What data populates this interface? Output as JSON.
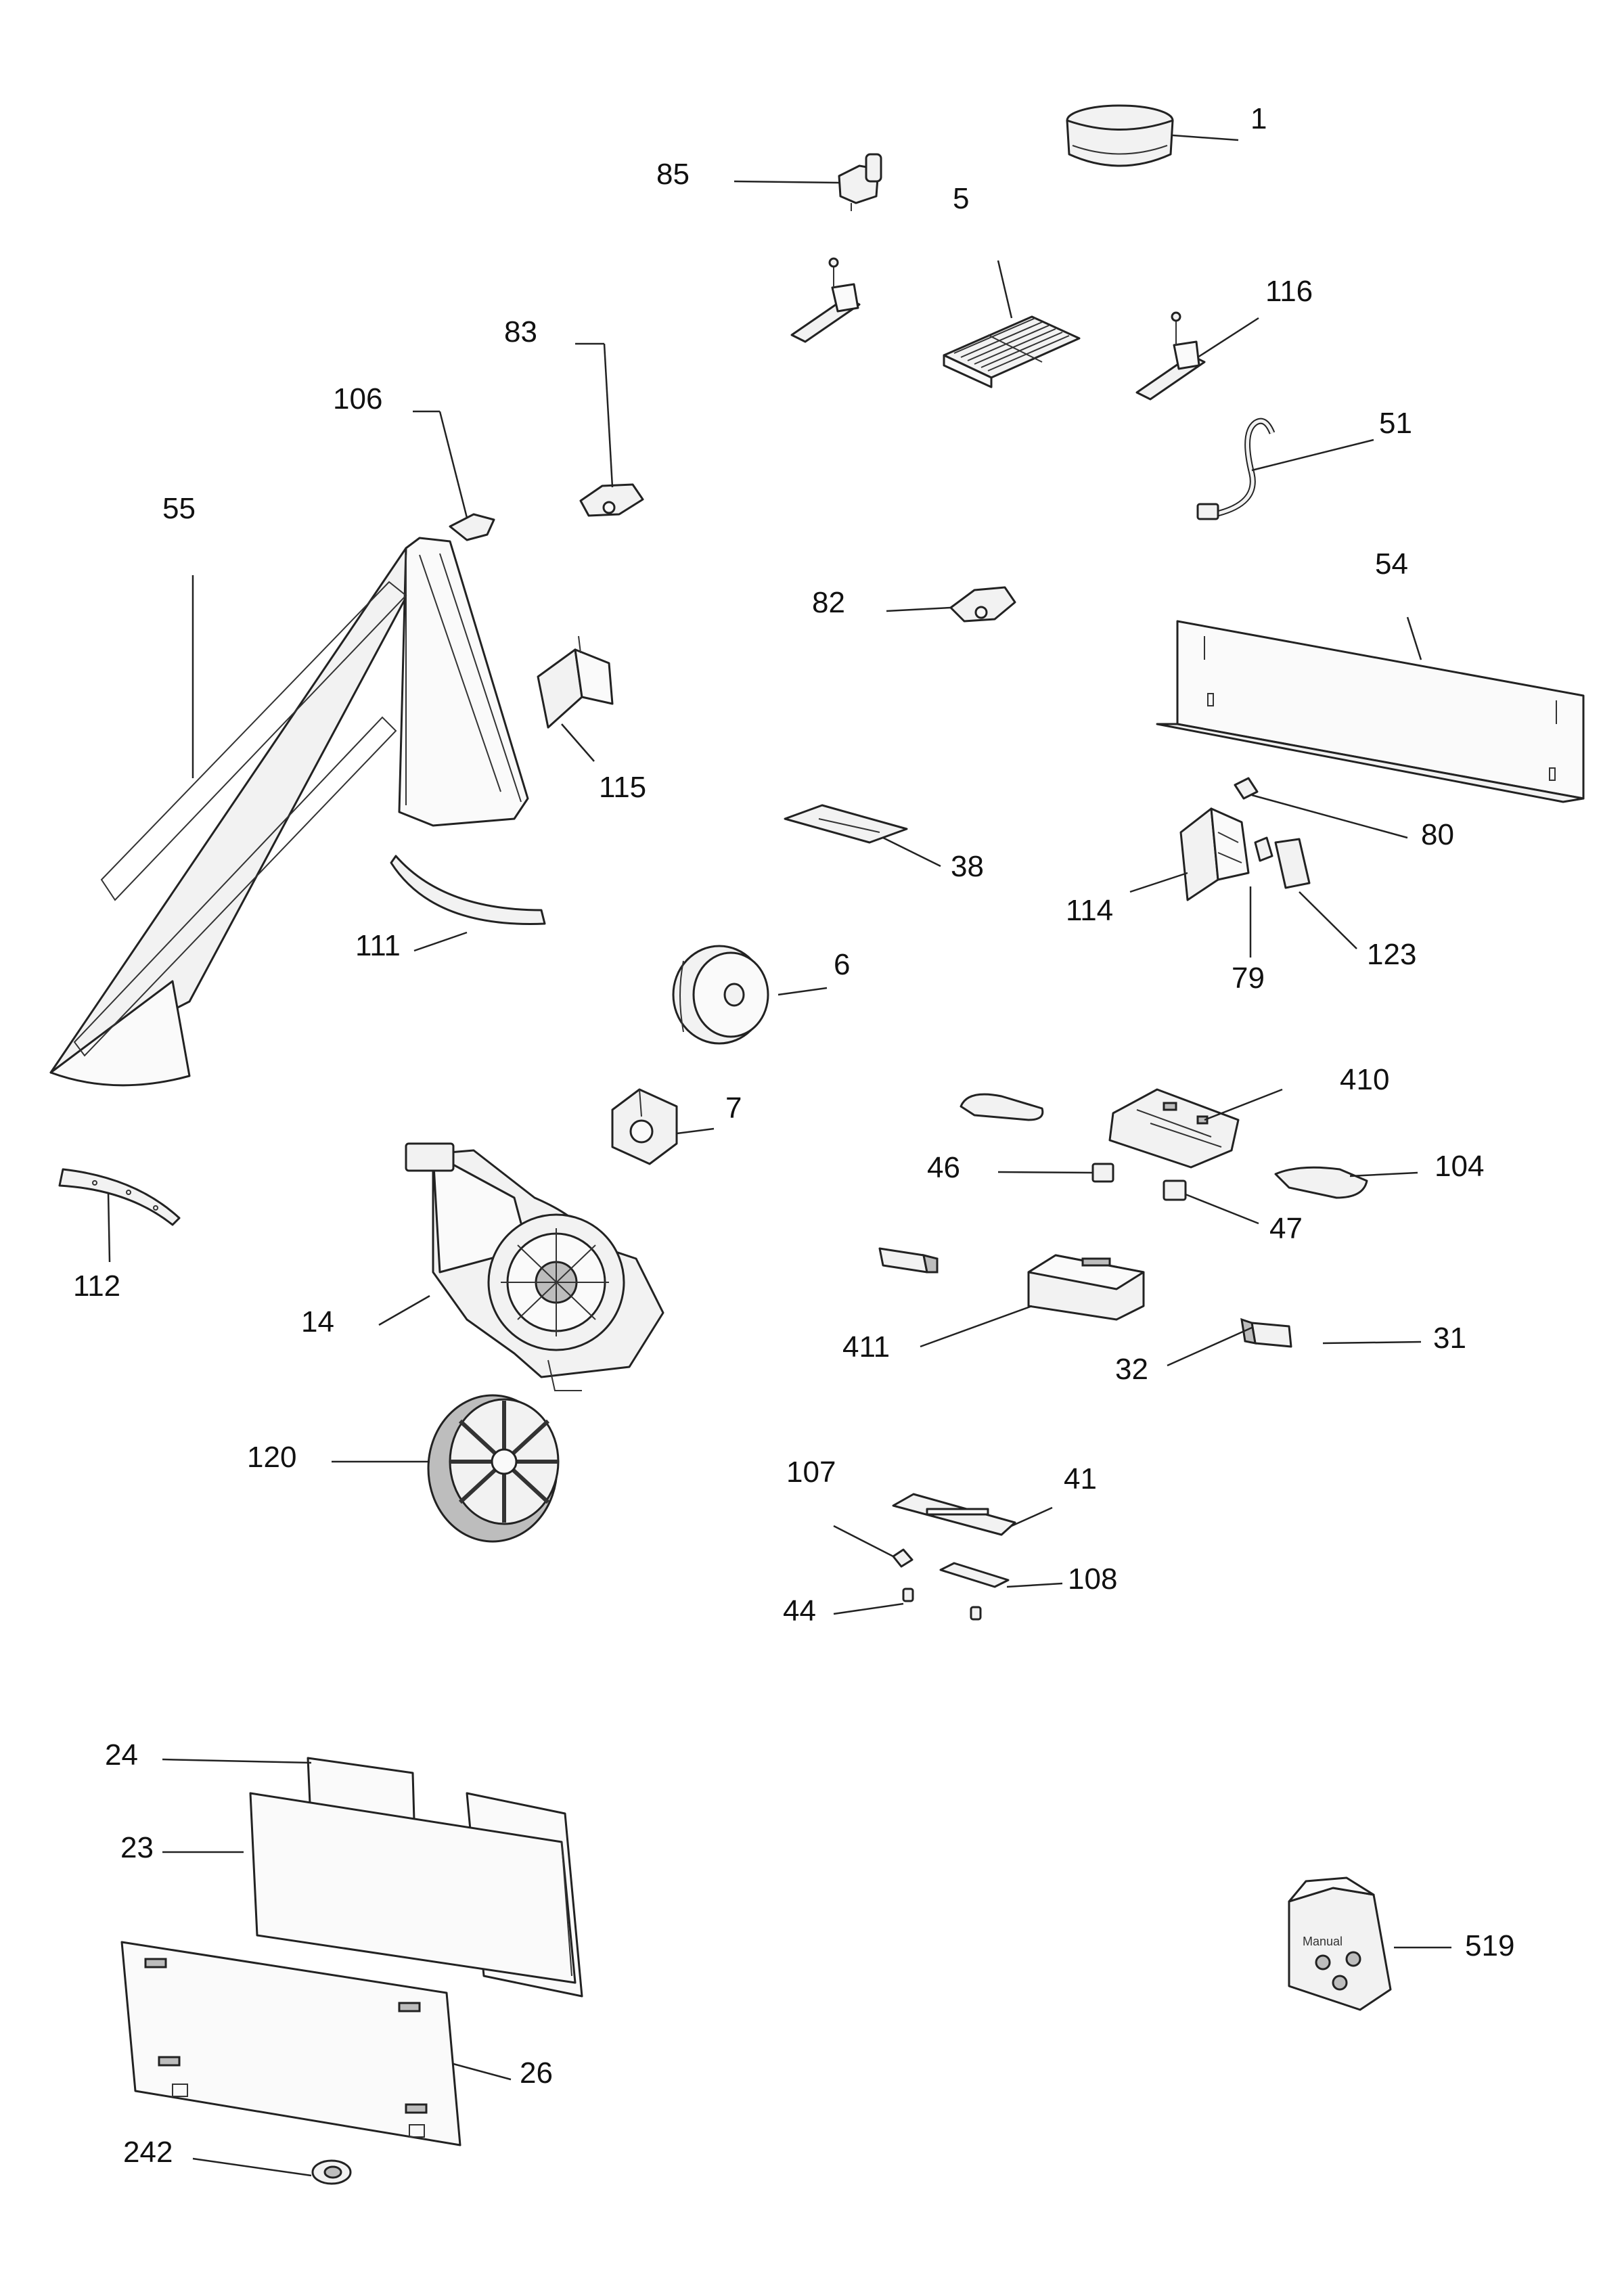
{
  "callouts": {
    "c1": "1",
    "c85": "85",
    "c5": "5",
    "c116": "116",
    "c83": "83",
    "c106": "106",
    "c51": "51",
    "c55": "55",
    "c54": "54",
    "c82": "82",
    "c115": "115",
    "c38": "38",
    "c80": "80",
    "c114": "114",
    "c111": "111",
    "c123": "123",
    "c79": "79",
    "c6": "6",
    "c410": "410",
    "c7": "7",
    "c46": "46",
    "c104": "104",
    "c112": "112",
    "c47": "47",
    "c14": "14",
    "c411": "411",
    "c31": "31",
    "c32": "32",
    "c120": "120",
    "c107": "107",
    "c41": "41",
    "c108": "108",
    "c44": "44",
    "c24": "24",
    "c23": "23",
    "c519": "519",
    "c26": "26",
    "c242": "242"
  },
  "kit_label": "Manual"
}
